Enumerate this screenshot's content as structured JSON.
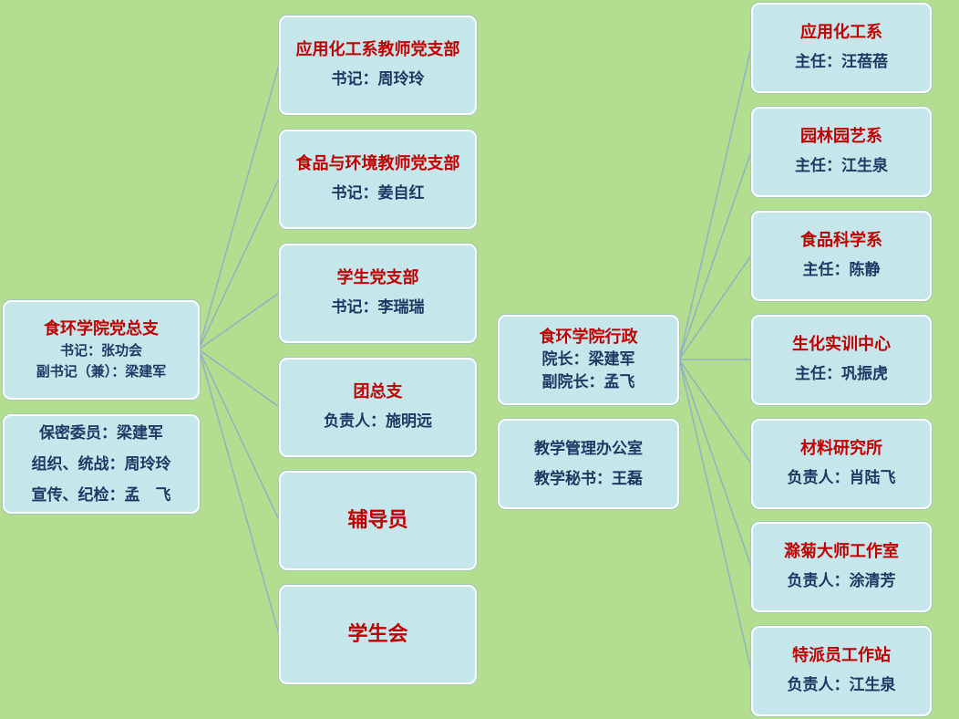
{
  "left": {
    "party_general": {
      "title": "食环学院党总支",
      "line1": "书记：张功会",
      "line2": "副书记（兼）：梁建军"
    },
    "committee": {
      "line1": "保密委员：梁建军",
      "line2": "组织、统战：周玲玲",
      "line3": "宣传、纪检：孟　飞"
    }
  },
  "middle": [
    {
      "title": "应用化工系教师党支部",
      "line": "书记：周玲玲"
    },
    {
      "title": "食品与环境教师党支部",
      "line": "书记：姜自红"
    },
    {
      "title": "学生党支部",
      "line": "书记：李瑞瑞"
    },
    {
      "title": "团总支",
      "line": "负责人：施明远"
    },
    {
      "title": "辅导员"
    },
    {
      "title": "学生会"
    }
  ],
  "admin": {
    "title": "食环学院行政",
    "line1": "院长：梁建军",
    "line2": "副院长：孟飞"
  },
  "office": {
    "line1": "教学管理办公室",
    "line2": "教学秘书：王磊"
  },
  "right": [
    {
      "title": "应用化工系",
      "line": "主任：汪蓓蓓"
    },
    {
      "title": "园林园艺系",
      "line": "主任：江生泉"
    },
    {
      "title": "食品科学系",
      "line": "主任：陈静"
    },
    {
      "title": "生化实训中心",
      "line": "主任：巩振虎"
    },
    {
      "title": "材料研究所",
      "line": "负责人：肖陆飞"
    },
    {
      "title": "滁菊大师工作室",
      "line": "负责人：涂清芳"
    },
    {
      "title": "特派员工作站",
      "line": "负责人：江生泉"
    }
  ]
}
